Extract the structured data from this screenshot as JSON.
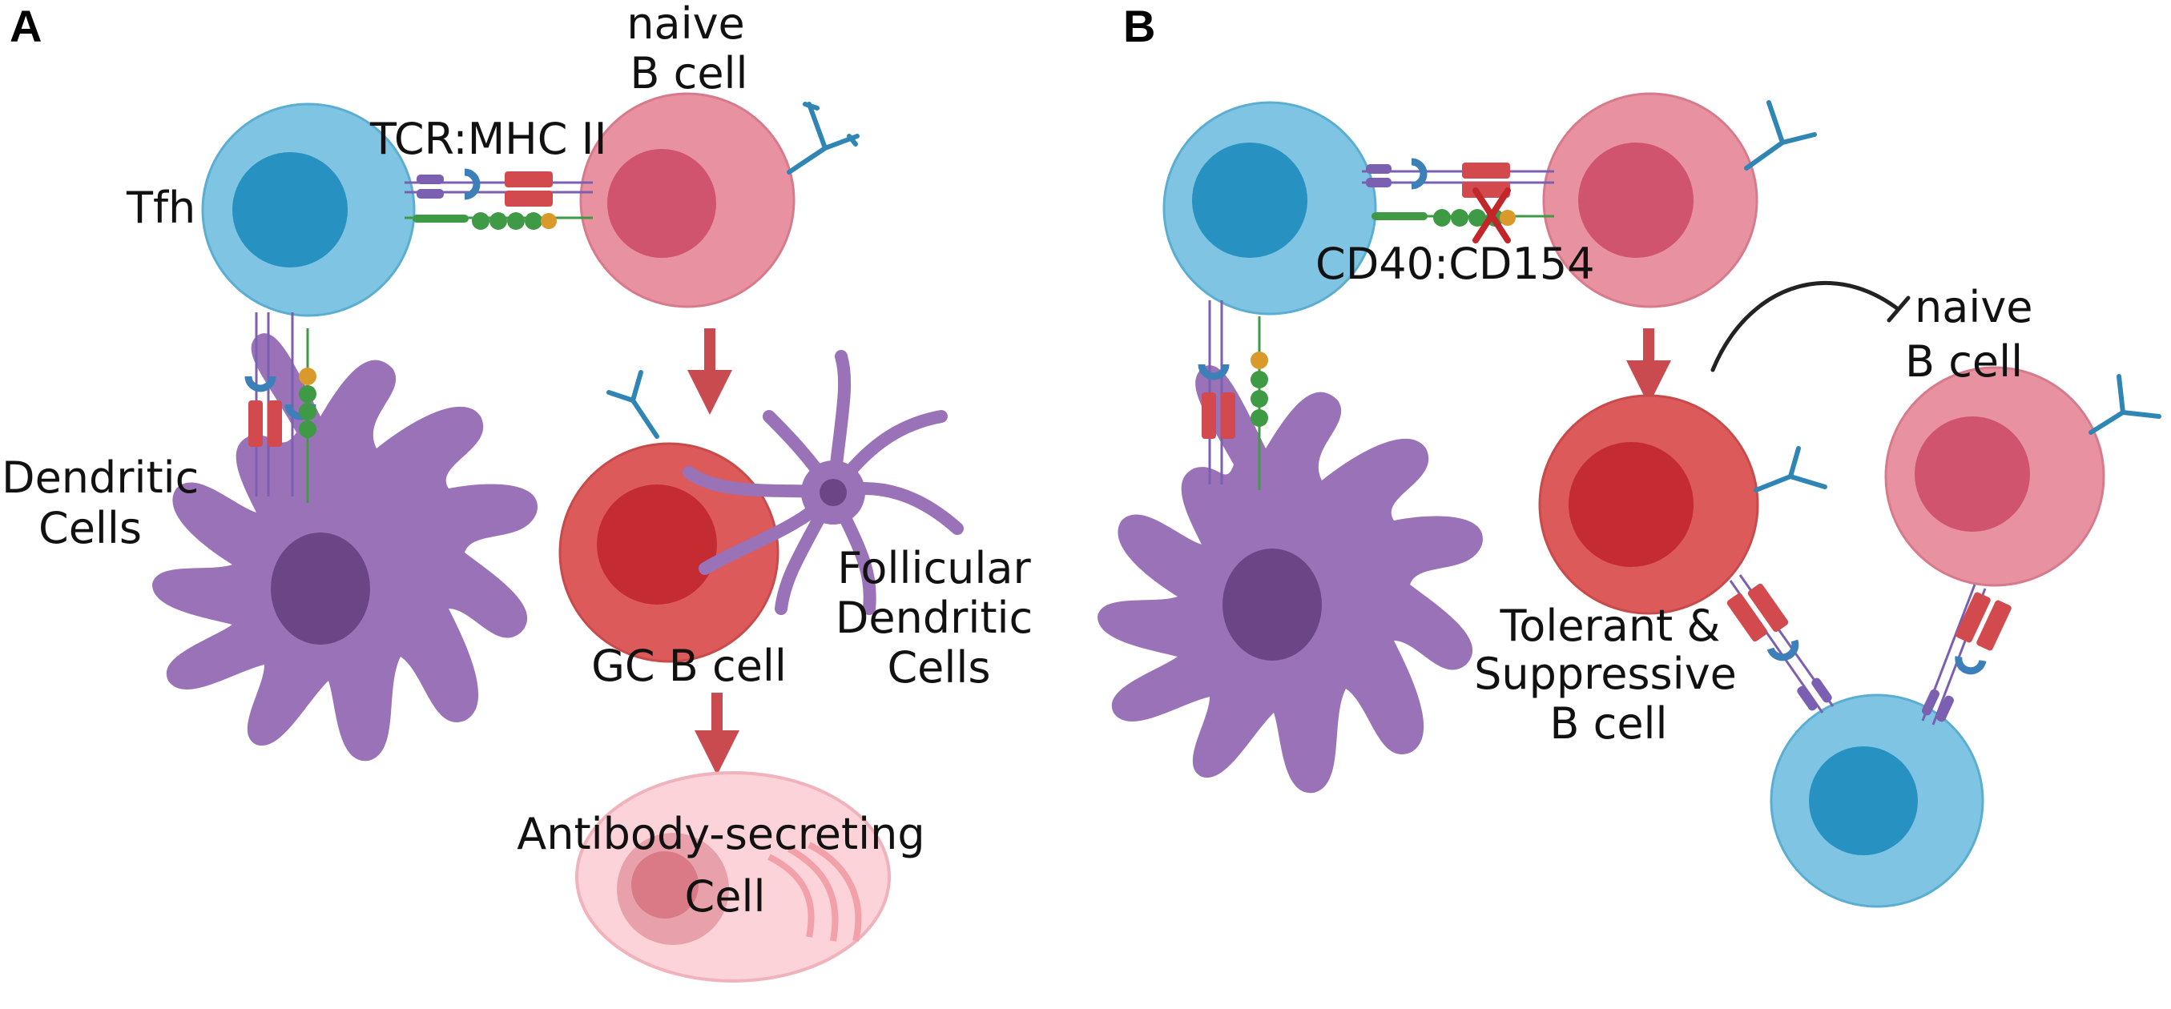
{
  "panels": [
    {
      "letter": "A"
    },
    {
      "letter": "B"
    }
  ],
  "labels": {
    "a_naive_b_line1": "naive",
    "a_naive_b_line2": "B cell",
    "a_tcr_mhc": "TCR:MHC II",
    "a_tfh": "Tfh",
    "a_dc_line1": "Dendritic",
    "a_dc_line2": "Cells",
    "a_fdc_line1": "Follicular",
    "a_fdc_line2": "Dendritic",
    "a_fdc_line3": "Cells",
    "a_gc_b": "GC B cell",
    "a_asc_line1": "Antibody-secreting",
    "a_asc_line2": "Cell",
    "b_cd40": "CD40:CD154",
    "b_naive_line1": "naive",
    "b_naive_line2": "B cell",
    "b_tol_line1": "Tolerant &",
    "b_tol_line2": "Suppressive",
    "b_tol_line3": "B cell"
  },
  "colors": {
    "tfh_outer": "#7fc4e2",
    "tfh_nucleus": "#2792c2",
    "naive_outer": "#e891a0",
    "naive_nucleus": "#d1546e",
    "gc_outer": "#dc5a5a",
    "gc_nucleus": "#c42c31",
    "dc_body": "#9a72b8",
    "dc_nucleus": "#6a4687",
    "arrow": "#c94b4f",
    "receptor_purple": "#7b5fb0",
    "receptor_red": "#d24a4e",
    "receptor_green": "#3f9a45",
    "antibody_blue": "#2f86b5",
    "block_x": "#c0262a"
  }
}
